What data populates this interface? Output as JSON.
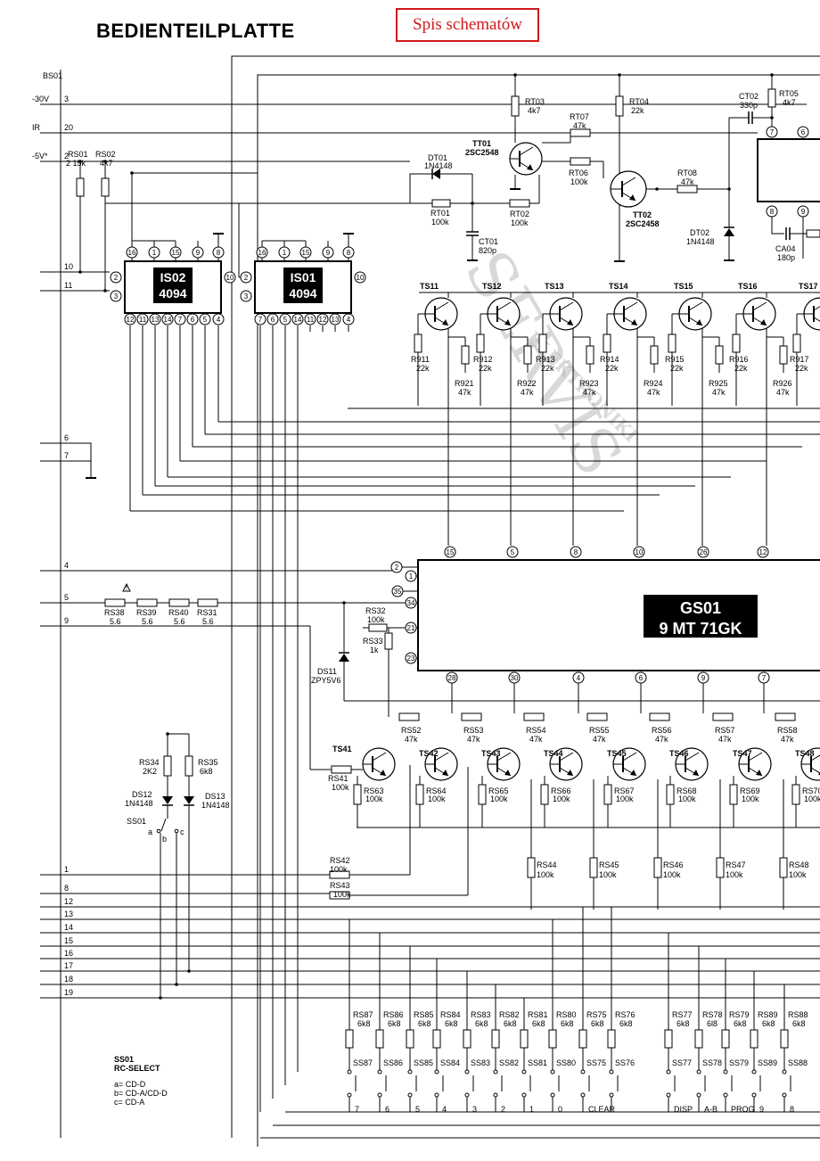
{
  "title": "BEDIENTEILPLATTE",
  "link": "Spis schematów",
  "watermark": {
    "big": "SERVIS",
    "sub": "ELEKTRONIKI"
  },
  "connector": {
    "name": "BS01",
    "left": [
      {
        "sig": "-30V",
        "pin": "3"
      },
      {
        "sig": "IR",
        "pin": "20"
      },
      {
        "sig": "-5V*",
        "pin": "2"
      },
      {
        "sig": "",
        "pin": "10"
      },
      {
        "sig": "",
        "pin": "11"
      },
      {
        "sig": "",
        "pin": "6"
      },
      {
        "sig": "",
        "pin": "7"
      },
      {
        "sig": "",
        "pin": "4"
      },
      {
        "sig": "",
        "pin": "5"
      },
      {
        "sig": "",
        "pin": "9"
      },
      {
        "sig": "",
        "pin": "1"
      },
      {
        "sig": "",
        "pin": "8"
      },
      {
        "sig": "",
        "pin": "12"
      },
      {
        "sig": "",
        "pin": "13"
      },
      {
        "sig": "",
        "pin": "14"
      },
      {
        "sig": "",
        "pin": "15"
      },
      {
        "sig": "",
        "pin": "16"
      },
      {
        "sig": "",
        "pin": "17"
      },
      {
        "sig": "",
        "pin": "18"
      },
      {
        "sig": "",
        "pin": "19"
      }
    ]
  },
  "ics": [
    {
      "name": "IS02",
      "part": "4094",
      "top_pins": [
        "16",
        "1",
        "15",
        "9",
        "8"
      ],
      "bottom_pins": [
        "12",
        "11",
        "13",
        "14",
        "7",
        "6",
        "5",
        "4"
      ],
      "left_pins": [
        "2",
        "3"
      ],
      "right_pin": "10"
    },
    {
      "name": "IS01",
      "part": "4094",
      "top_pins": [
        "16",
        "1",
        "15",
        "9",
        "8"
      ],
      "bottom_pins": [
        "7",
        "6",
        "5",
        "14",
        "11",
        "12",
        "13",
        "4"
      ],
      "left_pins": [
        "2",
        "3"
      ],
      "right_pin": "10"
    },
    {
      "name": "GS01",
      "part": "9 MT 71GK",
      "top_pins": [
        "15",
        "5",
        "8",
        "10",
        "26",
        "12"
      ],
      "left_pins": [
        "2",
        "1",
        "35",
        "34",
        "21",
        "23"
      ],
      "bottom_pins": [
        "28",
        "30",
        "4",
        "6",
        "9",
        "7"
      ]
    }
  ],
  "components": [
    {
      "ref": "RS01",
      "val": "15k"
    },
    {
      "ref": "RS02",
      "val": "4k7"
    },
    {
      "ref": "RT03",
      "val": "4k7"
    },
    {
      "ref": "RT04",
      "val": "22k"
    },
    {
      "ref": "RT07",
      "val": "47k"
    },
    {
      "ref": "RT06",
      "val": "100k"
    },
    {
      "ref": "RT01",
      "val": "100k"
    },
    {
      "ref": "RT02",
      "val": "100k"
    },
    {
      "ref": "RT08",
      "val": "47k"
    },
    {
      "ref": "RT05",
      "val": "4k7"
    },
    {
      "ref": "CT02",
      "val": "330p"
    },
    {
      "ref": "CT01",
      "val": "820p"
    },
    {
      "ref": "CA04",
      "val": "180p"
    },
    {
      "ref": "DT01",
      "val": "1N4148"
    },
    {
      "ref": "DT02",
      "val": "1N4148"
    },
    {
      "ref": "TT01",
      "val": "2SC2548"
    },
    {
      "ref": "TT02",
      "val": "2SC2458"
    }
  ],
  "ts_upper": [
    "TS11",
    "TS12",
    "TS13",
    "TS14",
    "TS15",
    "TS16",
    "TS17"
  ],
  "r9_upper": [
    {
      "ref": "R911",
      "val": "22k"
    },
    {
      "ref": "R912",
      "val": "22k"
    },
    {
      "ref": "R913",
      "val": "22k"
    },
    {
      "ref": "R914",
      "val": "22k"
    },
    {
      "ref": "R915",
      "val": "22k"
    },
    {
      "ref": "R916",
      "val": "22k"
    },
    {
      "ref": "R917",
      "val": "22k"
    }
  ],
  "r9_lower": [
    {
      "ref": "R921",
      "val": "47k"
    },
    {
      "ref": "R922",
      "val": "47k"
    },
    {
      "ref": "R923",
      "val": "47k"
    },
    {
      "ref": "R924",
      "val": "47k"
    },
    {
      "ref": "R925",
      "val": "47k"
    },
    {
      "ref": "R926",
      "val": "47k"
    }
  ],
  "series_r": [
    {
      "ref": "RS38",
      "val": "5.6"
    },
    {
      "ref": "RS39",
      "val": "5.6"
    },
    {
      "ref": "RS40",
      "val": "5.6"
    },
    {
      "ref": "RS31",
      "val": "5.6"
    }
  ],
  "rs32": {
    "ref": "RS32",
    "val": "100k"
  },
  "rs33": {
    "ref": "RS33",
    "val": "1k"
  },
  "ds11": {
    "ref": "DS11",
    "val": "ZPY5V6"
  },
  "ts_lower": [
    "TS41",
    "TS42",
    "TS43",
    "TS44",
    "TS45",
    "TS46",
    "TS47",
    "TS48"
  ],
  "rs_base": [
    {
      "ref": "RS52",
      "val": "47k"
    },
    {
      "ref": "RS53",
      "val": "47k"
    },
    {
      "ref": "RS54",
      "val": "47k"
    },
    {
      "ref": "RS55",
      "val": "47k"
    },
    {
      "ref": "RS56",
      "val": "47k"
    },
    {
      "ref": "RS57",
      "val": "47k"
    },
    {
      "ref": "RS58",
      "val": "47k"
    }
  ],
  "rs_be": [
    {
      "ref": "RS63",
      "val": "100k"
    },
    {
      "ref": "RS64",
      "val": "100k"
    },
    {
      "ref": "RS65",
      "val": "100k"
    },
    {
      "ref": "RS66",
      "val": "100k"
    },
    {
      "ref": "RS67",
      "val": "100k"
    },
    {
      "ref": "RS68",
      "val": "100k"
    },
    {
      "ref": "RS69",
      "val": "100k"
    },
    {
      "ref": "RS70",
      "val": "100k"
    }
  ],
  "rs41": {
    "ref": "RS41",
    "val": "100k"
  },
  "rs_col": [
    {
      "ref": "RS44",
      "val": "100k"
    },
    {
      "ref": "RS45",
      "val": "100k"
    },
    {
      "ref": "RS46",
      "val": "100k"
    },
    {
      "ref": "RS47",
      "val": "100k"
    },
    {
      "ref": "RS48",
      "val": "100k"
    }
  ],
  "rs42": {
    "ref": "RS42",
    "val": "100k"
  },
  "rs43": {
    "ref": "RS43",
    "val": "100k"
  },
  "select": {
    "rs34": {
      "ref": "RS34",
      "val": "2K2"
    },
    "rs35": {
      "ref": "RS35",
      "val": "6k8"
    },
    "ds12": {
      "ref": "DS12",
      "val": "1N4148"
    },
    "ds13": {
      "ref": "DS13",
      "val": "1N4148"
    },
    "switch": "SS01",
    "pos": [
      "a",
      "b",
      "c"
    ]
  },
  "keys": [
    {
      "r": "RS87",
      "rv": "6k8",
      "s": "SS87",
      "l": "7"
    },
    {
      "r": "RS86",
      "rv": "6k8",
      "s": "SS86",
      "l": "6"
    },
    {
      "r": "RS85",
      "rv": "6k8",
      "s": "SS85",
      "l": "5"
    },
    {
      "r": "RS84",
      "rv": "6k8",
      "s": "SS84",
      "l": "4"
    },
    {
      "r": "RS83",
      "rv": "6k8",
      "s": "SS83",
      "l": "3"
    },
    {
      "r": "RS82",
      "rv": "6k8",
      "s": "SS82",
      "l": "2"
    },
    {
      "r": "RS81",
      "rv": "6k8",
      "s": "SS81",
      "l": "1"
    },
    {
      "r": "RS80",
      "rv": "6k8",
      "s": "SS80",
      "l": "0"
    },
    {
      "r": "RS75",
      "rv": "6k8",
      "s": "SS75",
      "l": "CLEAR"
    },
    {
      "r": "RS76",
      "rv": "6k8",
      "s": "SS76",
      "l": ""
    },
    {
      "r": "RS77",
      "rv": "6k8",
      "s": "SS77",
      "l": "DISP"
    },
    {
      "r": "RS78",
      "rv": "6l8",
      "s": "SS78",
      "l": "A-B"
    },
    {
      "r": "RS79",
      "rv": "6k8",
      "s": "SS79",
      "l": "PROG"
    },
    {
      "r": "RS89",
      "rv": "6k8",
      "s": "SS89",
      "l": "9"
    },
    {
      "r": "RS88",
      "rv": "6k8",
      "s": "SS88",
      "l": "8"
    }
  ],
  "legend": {
    "title": "SS01",
    "subtitle": "RC-SELECT",
    "lines": [
      "a= CD-D",
      "b= CD-A/CD-D",
      "c= CD-A"
    ]
  }
}
